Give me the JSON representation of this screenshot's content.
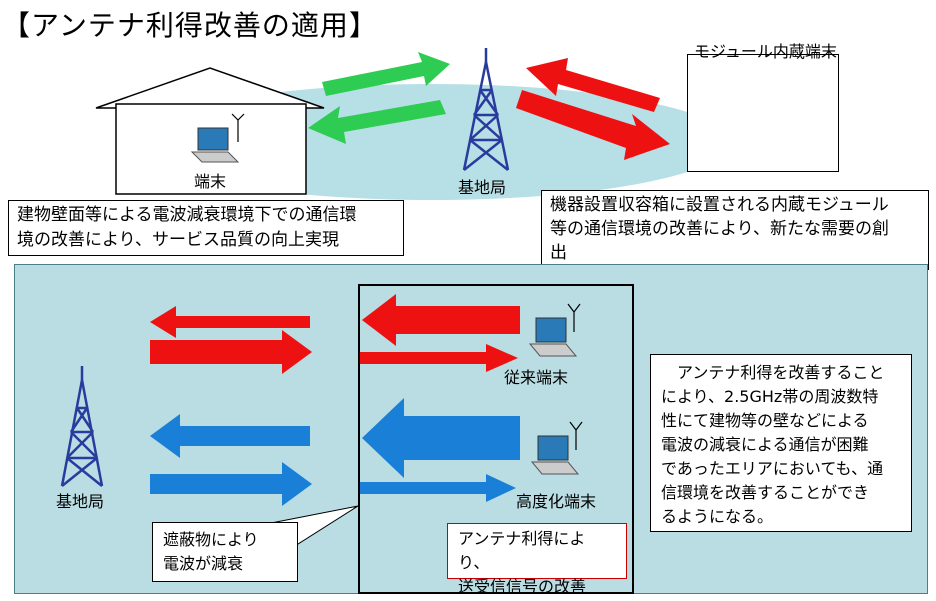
{
  "title": "【アンテナ利得改善の適用】",
  "top": {
    "terminal_label": "端末",
    "base_station_label": "基地局",
    "module_terminal_label": "モジュール内蔵端末",
    "left_note": [
      "建物壁面等による電波減衰環境下での通信環",
      "境の改善により、サービス品質の向上実現"
    ],
    "right_note": [
      "機器設置収容箱に設置される内蔵モジュール",
      "等の通信環境の改善により、新たな需要の創",
      "出"
    ]
  },
  "bottom": {
    "base_station_label": "基地局",
    "conventional_terminal_label": "従来端末",
    "advanced_terminal_label": "高度化端末",
    "shield_note": [
      "遮蔽物により",
      "電波が減衰"
    ],
    "gain_note": [
      "アンテナ利得により、",
      "送受信信号の改善"
    ],
    "right_note": [
      "アンテナ利得を改善すること",
      "により、2.5GHz帯の周波数特",
      "性にて建物等の壁などによる",
      "電波の減衰による通信が困難",
      "であったエリアにおいても、通",
      "信環境を改善することができ",
      "るようになる。"
    ]
  },
  "colors": {
    "green": "#2ecc52",
    "red": "#ee1111",
    "blue": "#1a7fd6",
    "tower": "#2a3b9e",
    "panel": "#b9dde3",
    "ellipse": "#b7dfe6"
  }
}
